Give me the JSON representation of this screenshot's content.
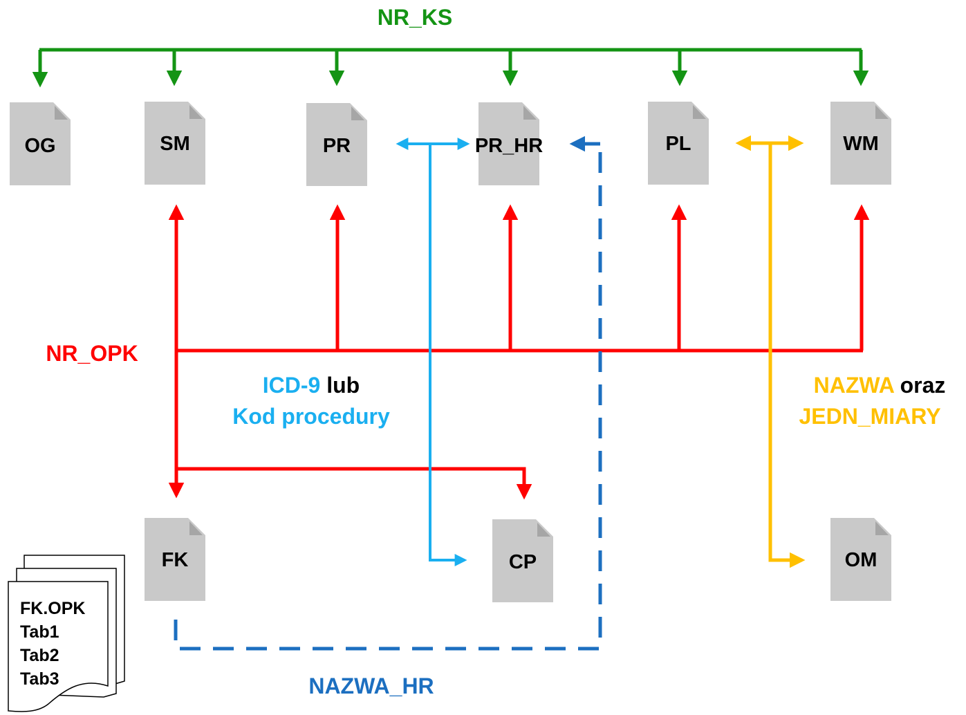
{
  "colors": {
    "green": "#149414",
    "red": "#ff0000",
    "light_blue": "#1aaff0",
    "dark_blue": "#1c6fc0",
    "yellow": "#ffc000",
    "doc_gray": "#c9c9c9",
    "black": "#000000"
  },
  "documents": {
    "og": "OG",
    "sm": "SM",
    "pr": "PR",
    "pr_hr": "PR_HR",
    "pl": "PL",
    "wm": "WM",
    "fk": "FK",
    "cp": "CP",
    "om": "OM"
  },
  "labels": {
    "nr_ks": "NR_KS",
    "nr_opk": "NR_OPK",
    "icd9": "ICD-9",
    "lub": "lub",
    "kod_procedury": "Kod procedury",
    "nazwa": "NAZWA",
    "oraz": "oraz",
    "jedn_miary": "JEDN_MIARY",
    "nazwa_hr": "NAZWA_HR"
  },
  "stack": {
    "lines": [
      "FK.OPK",
      "Tab1",
      "Tab2",
      "Tab3"
    ]
  }
}
